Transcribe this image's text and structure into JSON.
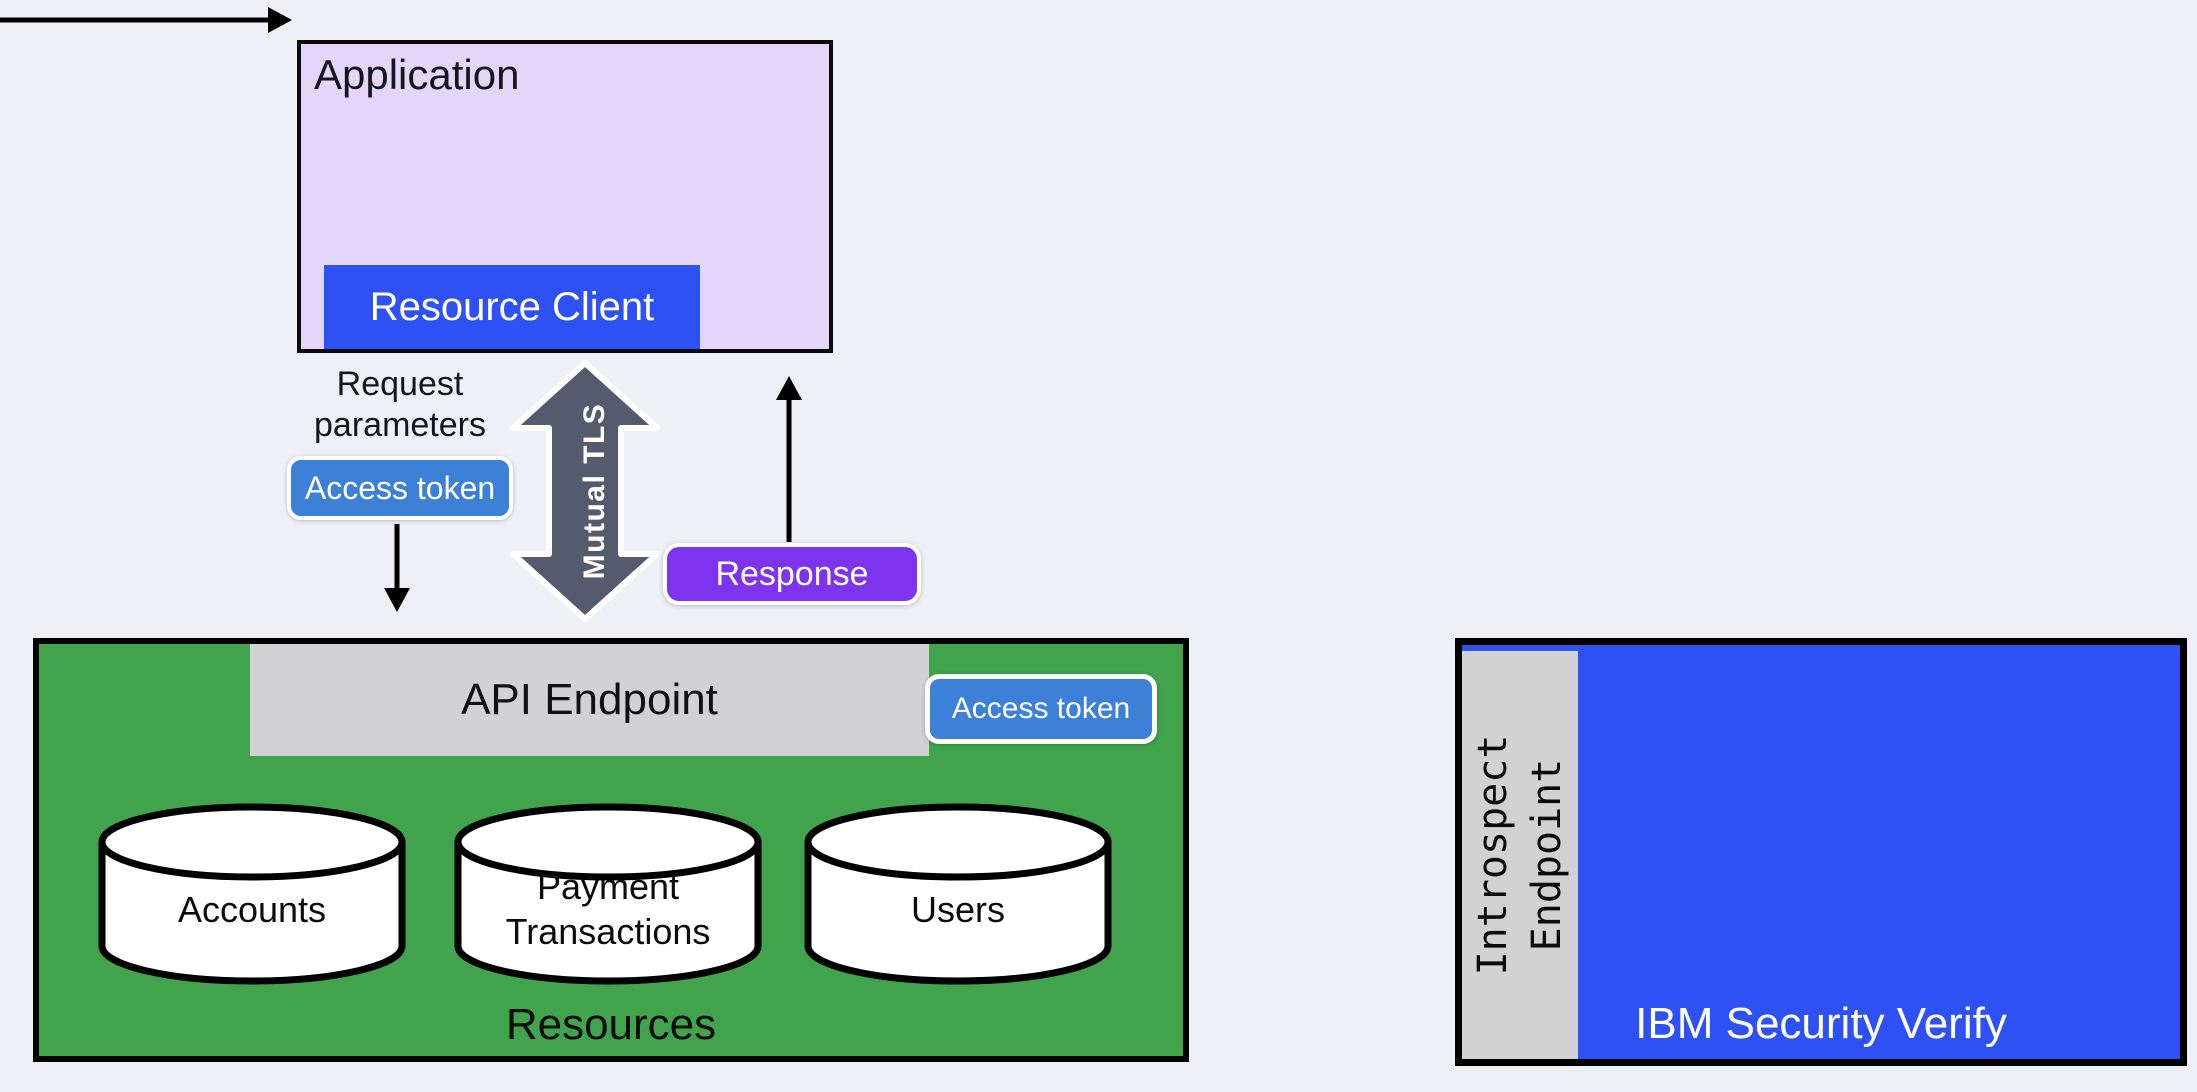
{
  "application": {
    "title": "Application",
    "client_label": "Resource Client"
  },
  "flow": {
    "request_line1": "Request",
    "request_line2": "parameters",
    "access_token_label": "Access token",
    "mutual_tls_label": "Mutual TLS",
    "response_label": "Response"
  },
  "resource_server": {
    "api_endpoint_label": "API Endpoint",
    "access_token_label": "Access token",
    "databases": [
      "Accounts",
      "Payment Transactions",
      "Users"
    ],
    "resources_label": "Resources"
  },
  "verify": {
    "introspect_line1": "Introspect",
    "introspect_line2": "Endpoint",
    "product_label": "IBM Security Verify"
  },
  "colors": {
    "background": "#eef0f5",
    "application_fill": "#e3d6f8",
    "primary_blue": "#2e51f3",
    "token_blue": "#3c80d8",
    "response_purple": "#7e33ee",
    "mutual_tls_gray": "#535b6d",
    "server_green": "#41a34c",
    "endpoint_gray": "#d2d2d4",
    "outline_black": "#000000"
  }
}
